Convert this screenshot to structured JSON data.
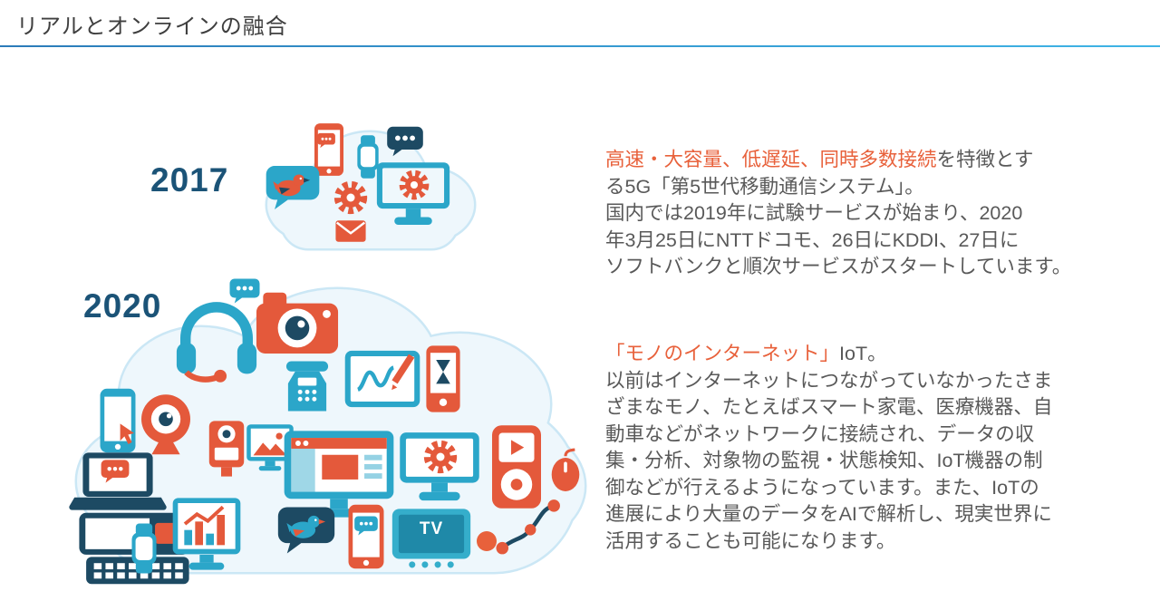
{
  "slide": {
    "title": "リアルとオンラインの融合",
    "timeline": {
      "item_2017": {
        "year": "2017",
        "icons": [
          "smartphone-icon",
          "chat-bubble-icon",
          "smartwatch-icon",
          "speech-bubble-icon",
          "gear-icon",
          "twitter-bird-icon",
          "monitor-icon",
          "envelope-icon"
        ]
      },
      "item_2020": {
        "year": "2020",
        "tv_label": "TV",
        "icons": [
          "headset-icon",
          "speech-bubble-icon",
          "camera-icon",
          "desk-phone-icon",
          "tablet-pen-icon",
          "hourglass-phone-icon",
          "tap-smartphone-icon",
          "webcam-icon",
          "laptop-icon",
          "slider-keyboard-phone-icon",
          "smartwatch-icon",
          "compact-camera-icon",
          "photo-monitor-icon",
          "browser-monitor-icon",
          "monitor-icon",
          "gear-icon",
          "music-player-icon",
          "mouse-icon",
          "bar-chart-monitor-icon",
          "twitter-bird-icon",
          "chat-phone-icon",
          "tv-icon",
          "cable-connector-icon"
        ]
      }
    },
    "paragraphs": {
      "p5g": {
        "highlight": "高速・大容量、低遅延、同時多数接続",
        "body": "を特徴とす\nる5G「第5世代移動通信システム」。\n国内では2019年に試験サービスが始まり、2020\n年3月25日にNTTドコモ、26日にKDDI、27日に\nソフトバンクと順次サービスがスタートしています。"
      },
      "piot": {
        "highlight": "「モノのインターネット」",
        "body": "IoT。\n以前はインターネットにつながっていなかったさま\nざまなモノ、たとえばスマート家電、医療機器、自\n動車などがネットワークに接続され、データの収\n集・分析、対象物の監視・状態検知、IoT機器の制\n御などが行えるようになっています。また、IoTの\n進展により大量のデータをAIで解析し、現実世界に\n活用することも可能になります。"
      }
    },
    "colors": {
      "accent_orange": "#E8613B",
      "body_gray": "#595959",
      "year_navy": "#1B5377",
      "rule_blue_dark": "#2B7BB9",
      "rule_blue_light": "#3FB5E6",
      "teal": "#2BA6C9",
      "navy": "#1D4A63",
      "cloud_fill": "#EEF7FC",
      "cloud_outline": "#CBE7F5"
    }
  }
}
